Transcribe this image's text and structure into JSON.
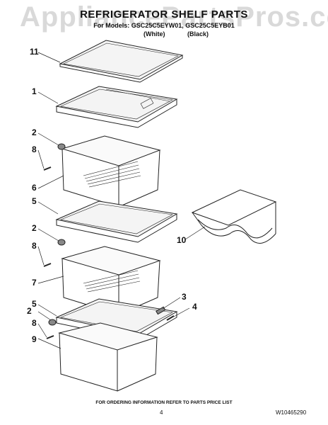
{
  "header": {
    "title": "REFRIGERATOR SHELF PARTS",
    "subtitle": "For Models: GSC25C5EYW01, GSC25C5EYB01",
    "variant_white": "(White)",
    "variant_black": "(Black)"
  },
  "watermark": "AppliancePartsPros.com",
  "callouts": [
    "11",
    "1",
    "2",
    "8",
    "6",
    "5",
    "2",
    "8",
    "7",
    "10",
    "3",
    "4",
    "2",
    "5",
    "8",
    "9"
  ],
  "footer": {
    "ordering_note": "FOR ORDERING INFORMATION REFER TO PARTS PRICE LIST",
    "page": "4",
    "doc_number": "W10465290"
  }
}
